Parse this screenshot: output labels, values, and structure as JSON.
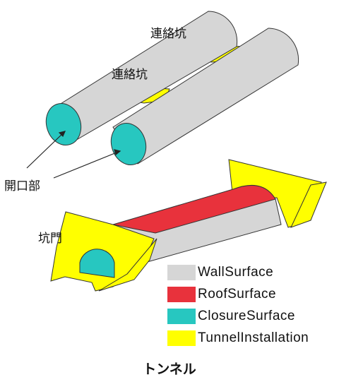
{
  "callouts": {
    "passage_top": "連絡坑",
    "passage_mid": "連絡坑",
    "opening": "開口部",
    "portal": "坑門"
  },
  "legend": [
    {
      "label": "WallSurface",
      "color": "#d6d6d6"
    },
    {
      "label": "RoofSurface",
      "color": "#e8323c"
    },
    {
      "label": "ClosureSurface",
      "color": "#27c7c0"
    },
    {
      "label": "TunnelInstallation",
      "color": "#ffff00"
    }
  ],
  "caption": "トンネル",
  "colors": {
    "wall": "#d6d6d6",
    "roof": "#e8323c",
    "closure": "#27c7c0",
    "installation": "#ffff00"
  }
}
